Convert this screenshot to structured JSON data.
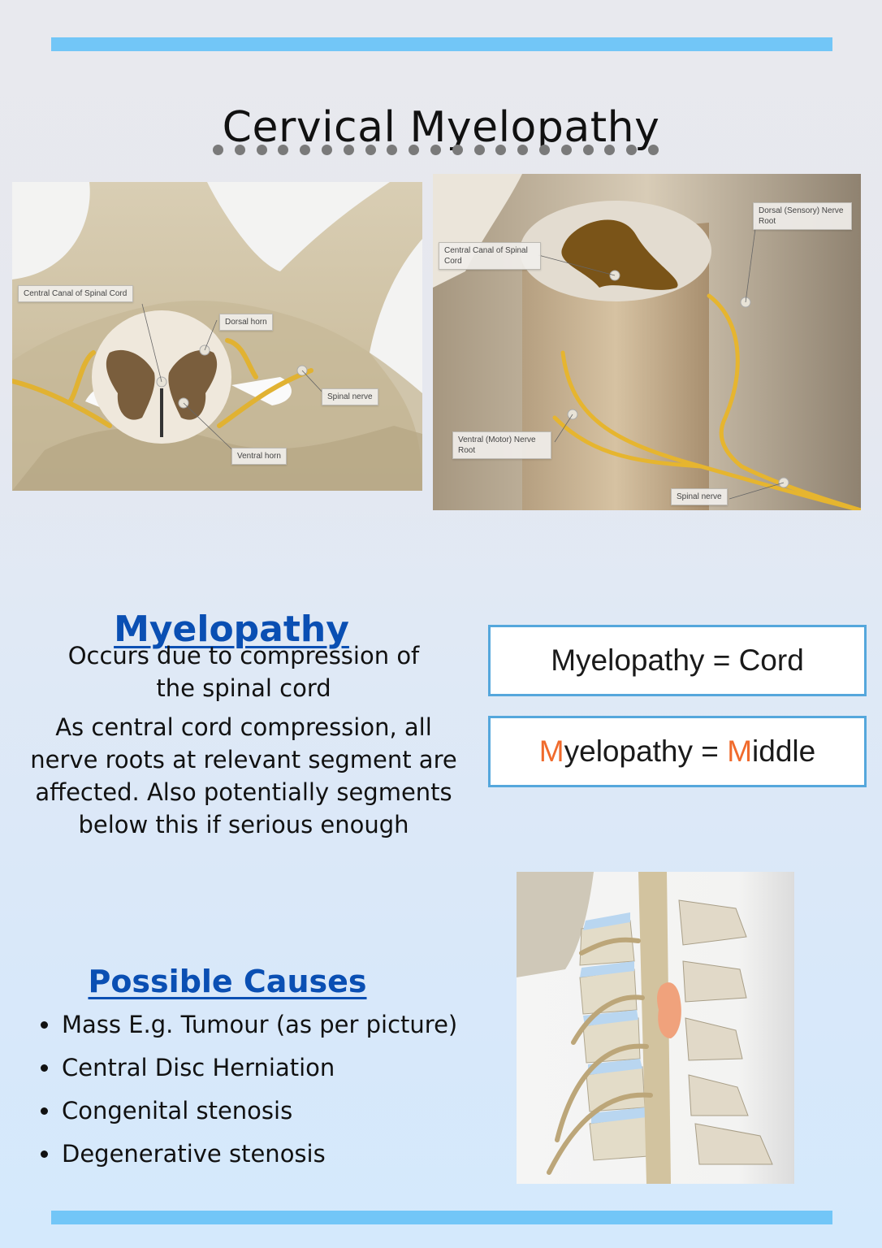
{
  "header": {
    "title": "Cervical Myelopathy",
    "divider_dot_count": 21,
    "accent_bar_color": "#72c6f7"
  },
  "figures": {
    "cross_section": {
      "labels": {
        "central_canal": "Central Canal of Spinal Cord",
        "dorsal_horn": "Dorsal horn",
        "spinal_nerve": "Spinal nerve",
        "ventral_horn": "Ventral horn"
      }
    },
    "cord_3d": {
      "labels": {
        "central_canal": "Central Canal of Spinal Cord",
        "dorsal_root": "Dorsal (Sensory) Nerve Root",
        "ventral_root": "Ventral (Motor) Nerve Root",
        "spinal_nerve": "Spinal nerve"
      }
    },
    "spine_tumour": {
      "description": "Cervical spine lateral view with tumour (orange mass) compressing the cord"
    }
  },
  "myelopathy": {
    "heading": "Myelopathy",
    "paragraph1": "Occurs due to compression of the spinal cord",
    "paragraph2": "As central cord compression, all nerve roots at relevant segment are affected. Also potentially segments below this if serious enough",
    "heading_color": "#0a4fb3"
  },
  "mnemonics": {
    "box1": {
      "text": "Myelopathy = Cord"
    },
    "box2": {
      "part1_accent": "M",
      "part1_rest": "yelopathy = ",
      "part2_accent": "M",
      "part2_rest": "iddle",
      "accent_color": "#f06a2c"
    },
    "border_color": "#55a7dc"
  },
  "causes": {
    "heading": "Possible Causes",
    "items": [
      "Mass E.g. Tumour (as per picture)",
      "Central Disc Herniation",
      "Congenital stenosis",
      "Degenerative stenosis"
    ]
  }
}
